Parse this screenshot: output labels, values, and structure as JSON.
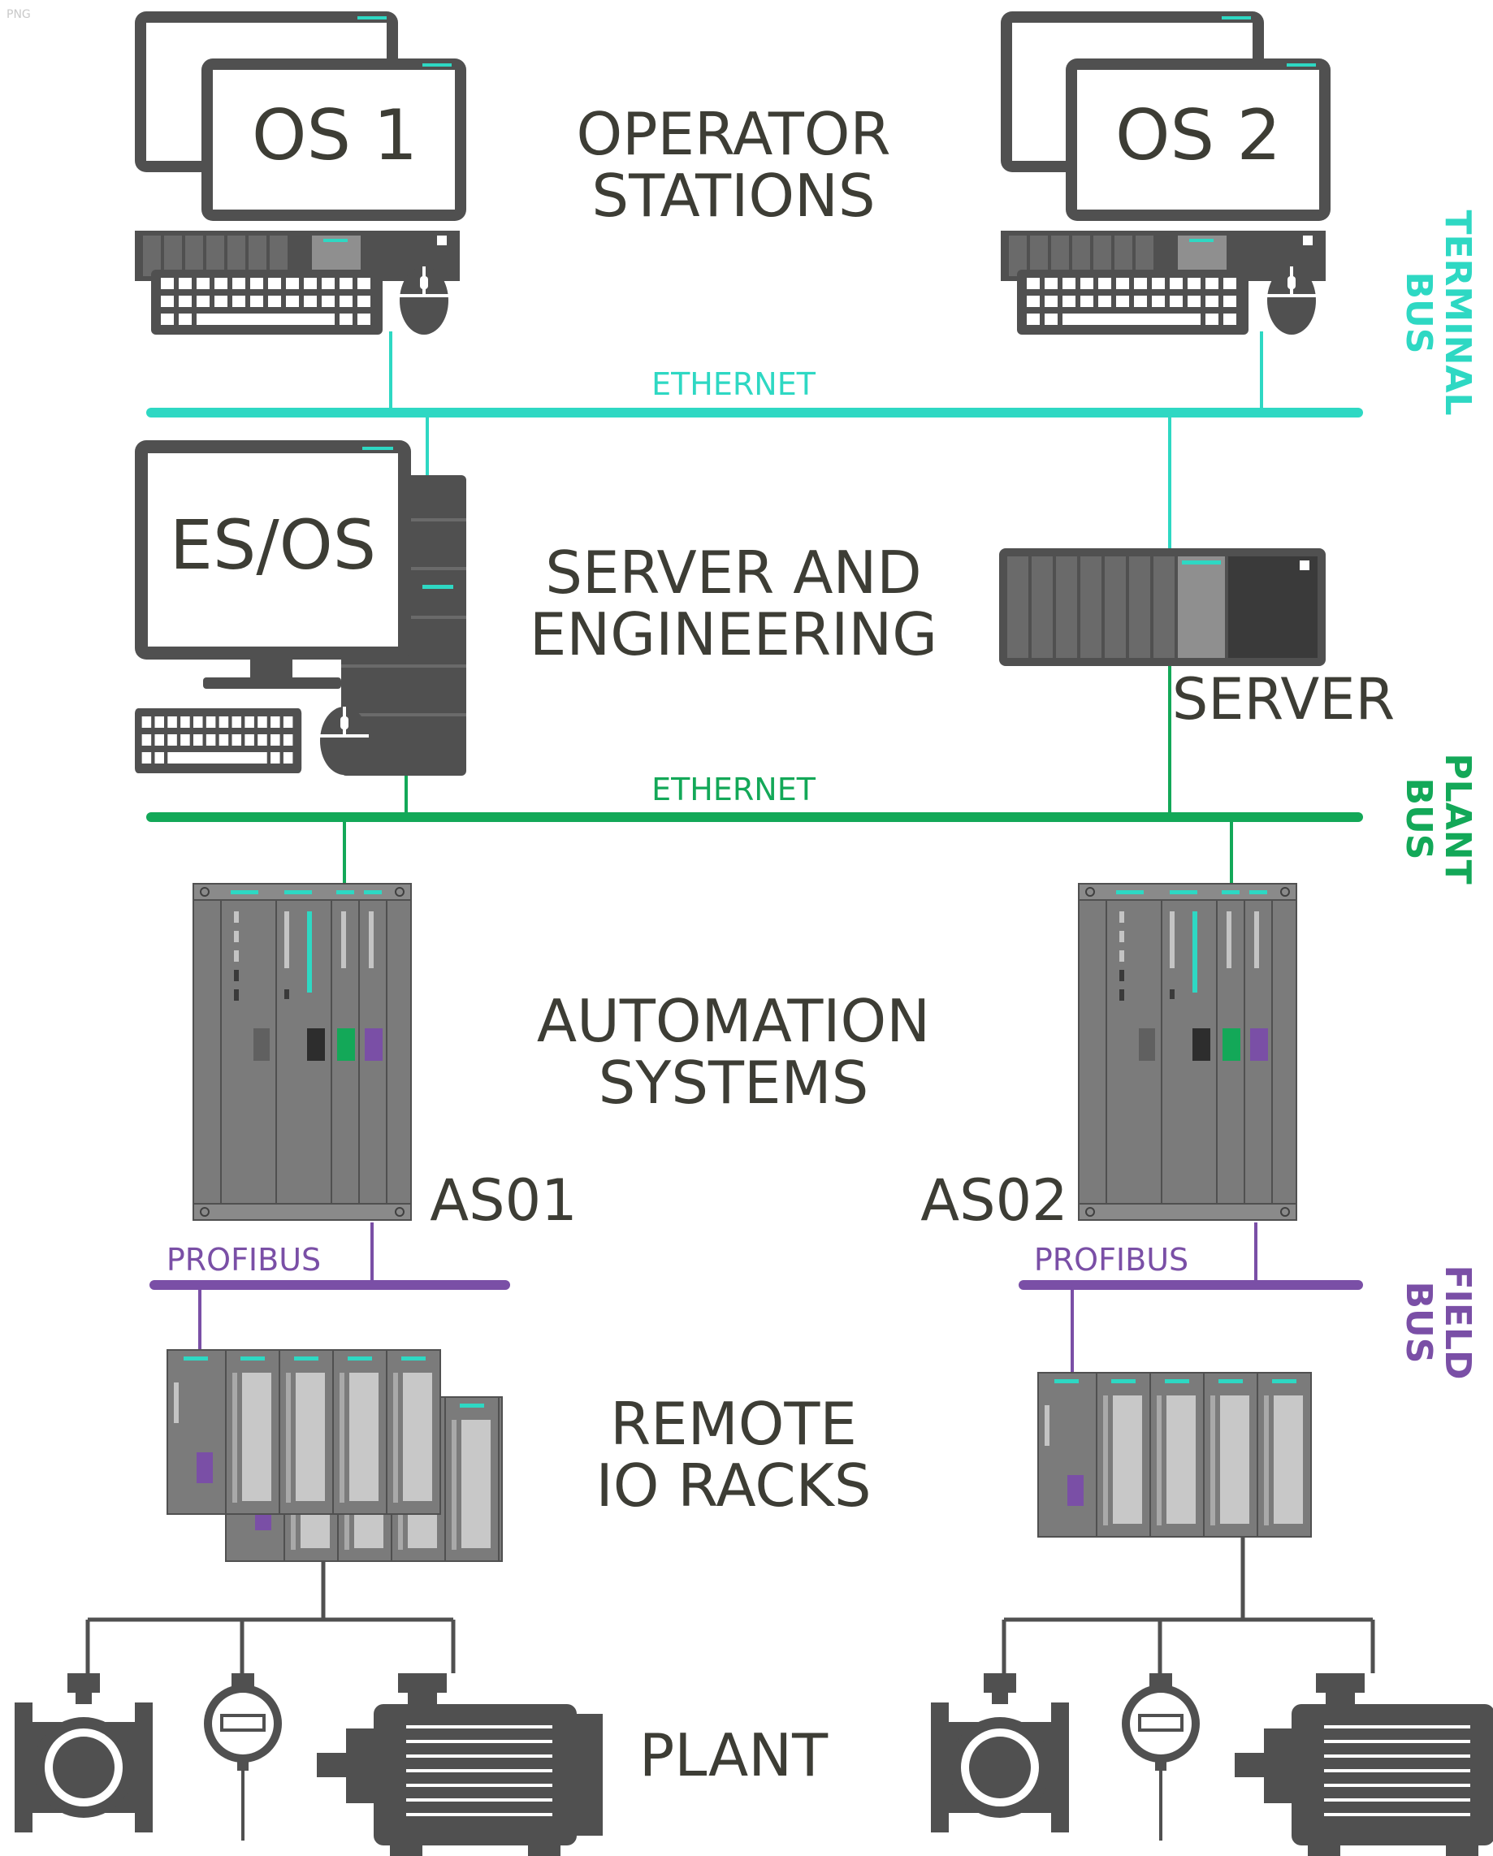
{
  "watermark": "PNG",
  "colors": {
    "terminal_bus": "#2ed8c3",
    "plant_bus": "#13a858",
    "field_bus": "#7a4fa6",
    "device_dark": "#505050",
    "device_mid": "#7b7b7b",
    "device_light": "#a9a9a9",
    "label_text": "#3d3d35",
    "screen_bg": "#ffffff"
  },
  "levels": {
    "operator": [
      "OPERATOR",
      "STATIONS"
    ],
    "server_eng": [
      "SERVER AND",
      "ENGINEERING"
    ],
    "automation": [
      "AUTOMATION",
      "SYSTEMS"
    ],
    "remote_io": [
      "REMOTE",
      "IO RACKS"
    ],
    "plant": "PLANT"
  },
  "devices": {
    "os1": "OS 1",
    "os2": "OS 2",
    "es_os": "ES/OS",
    "server": "SERVER",
    "as01": "AS01",
    "as02": "AS02"
  },
  "buses": {
    "terminal": {
      "line_label": "ETHERNET",
      "side_label": [
        "TERMINAL",
        "BUS"
      ]
    },
    "plant": {
      "line_label": "ETHERNET",
      "side_label": [
        "PLANT",
        "BUS"
      ]
    },
    "field": {
      "line_label": "PROFIBUS",
      "side_label": [
        "FIELD",
        "BUS"
      ]
    }
  },
  "icons": [
    "monitor-icon",
    "keyboard-icon",
    "mouse-icon",
    "desktop-unit-icon",
    "tower-pc-icon",
    "server-rack-icon",
    "plc-rack-icon",
    "io-rack-icon",
    "valve-icon",
    "gauge-icon",
    "motor-icon"
  ]
}
